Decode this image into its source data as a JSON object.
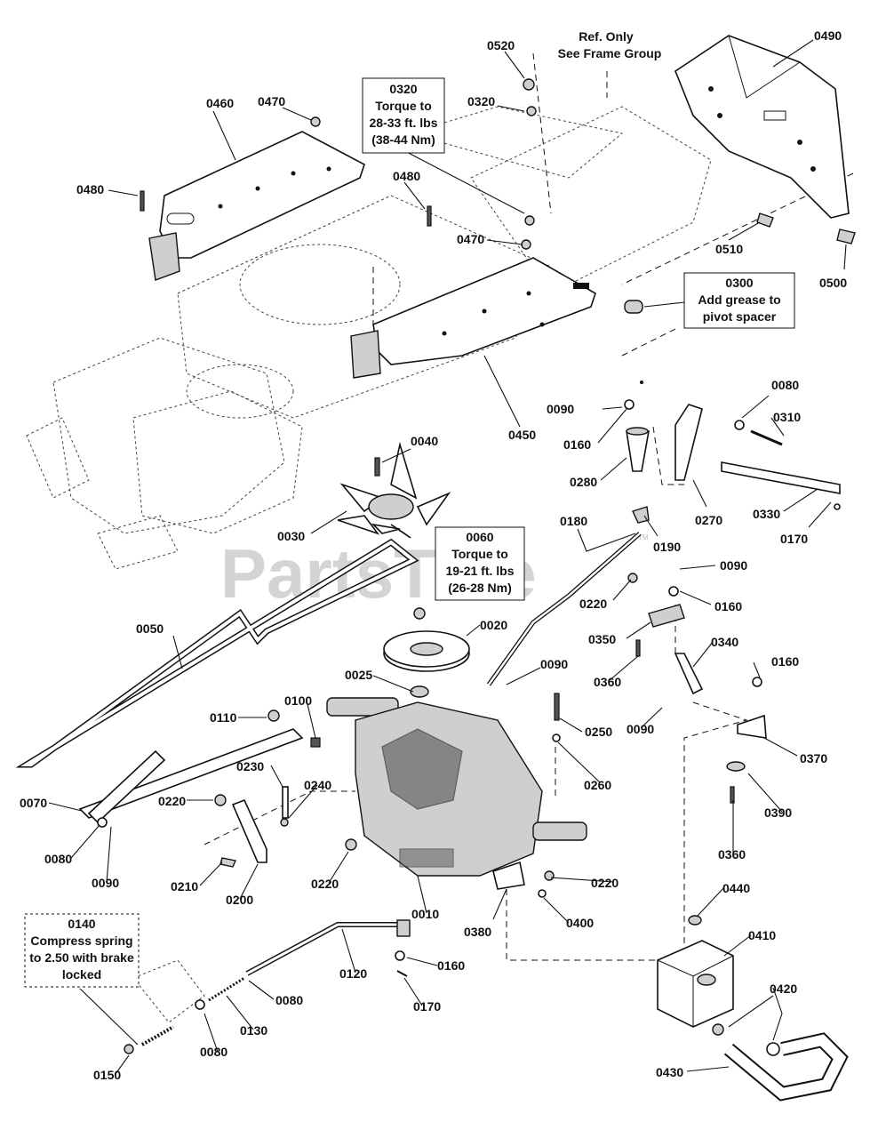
{
  "watermark": "PartsTree",
  "trademark": "TM",
  "notes": {
    "frame_ref": [
      "Ref. Only",
      "See Frame Group"
    ],
    "n0320": [
      "0320",
      "Torque to",
      "28-33 ft. lbs",
      "(38-44 Nm)"
    ],
    "n0300": [
      "0300",
      "Add grease to",
      "pivot spacer"
    ],
    "n0060": [
      "0060",
      "Torque to",
      "19-21 ft. lbs",
      "(26-28 Nm)"
    ],
    "n0140": [
      "0140",
      "Compress spring",
      "to 2.50 with brake",
      "locked"
    ]
  },
  "labels": {
    "l0520": "0520",
    "l0490": "0490",
    "l0460": "0460",
    "l0470a": "0470",
    "l0320": "0320",
    "l0480a": "0480",
    "l0480b": "0480",
    "l0470b": "0470",
    "l0510": "0510",
    "l0500": "0500",
    "l0450": "0450",
    "l0080a": "0080",
    "l0090a": "0090",
    "l0310": "0310",
    "l0160a": "0160",
    "l0280": "0280",
    "l0270": "0270",
    "l0330": "0330",
    "l0170a": "0170",
    "l0040": "0040",
    "l0030": "0030",
    "l0180": "0180",
    "l0190": "0190",
    "l0090b": "0090",
    "l0220a": "0220",
    "l0160b": "0160",
    "l0050": "0050",
    "l0020": "0020",
    "l0350": "0350",
    "l0340": "0340",
    "l0090c": "0090",
    "l0025": "0025",
    "l0360a": "0360",
    "l0160c": "0160",
    "l0100": "0100",
    "l0110": "0110",
    "l0090d": "0090",
    "l0250": "0250",
    "l0230": "0230",
    "l0370": "0370",
    "l0260": "0260",
    "l0240": "0240",
    "l0220b": "0220",
    "l0070": "0070",
    "l0390": "0390",
    "l0080b": "0080",
    "l0360b": "0360",
    "l0090e": "0090",
    "l0220c": "0220",
    "l0210": "0210",
    "l0220d": "0220",
    "l0200": "0200",
    "l0440": "0440",
    "l0010": "0010",
    "l0380": "0380",
    "l0400": "0400",
    "l0410": "0410",
    "l0120": "0120",
    "l0160d": "0160",
    "l0080c": "0080",
    "l0420": "0420",
    "l0170b": "0170",
    "l0130": "0130",
    "l0080d": "0080",
    "l0150": "0150",
    "l0430": "0430"
  }
}
